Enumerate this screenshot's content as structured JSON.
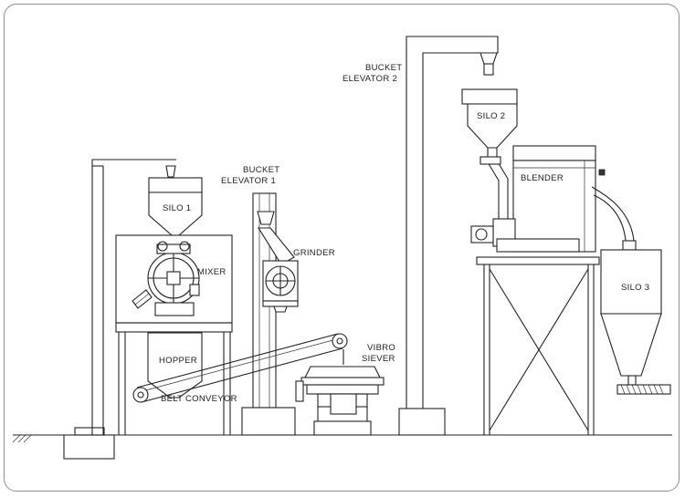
{
  "labels": {
    "silo1": "SILO 1",
    "mixer": "MIXER",
    "hopper": "HOPPER",
    "belt_conveyor": "BELT CONVEYOR",
    "bucket_elevator_1_line1": "BUCKET",
    "bucket_elevator_1_line2": "ELEVATOR 1",
    "grinder": "GRINDER",
    "vibro_line1": "VIBRO",
    "vibro_line2": "SIEVER",
    "bucket_elevator_2_line1": "BUCKET",
    "bucket_elevator_2_line2": "ELEVATOR 2",
    "silo2": "SILO 2",
    "blender": "BLENDER",
    "silo3": "SILO 3"
  }
}
